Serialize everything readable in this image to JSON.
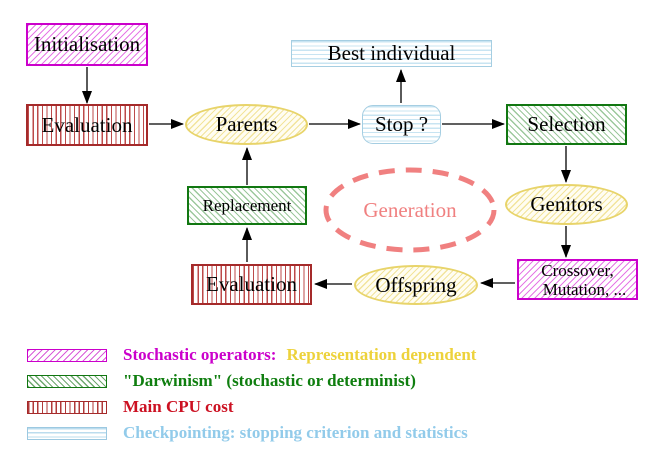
{
  "nodes": {
    "initialisation": {
      "label": "Initialisation"
    },
    "evaluation_top": {
      "label": "Evaluation"
    },
    "parents": {
      "label": "Parents"
    },
    "best_individual": {
      "label": "Best individual"
    },
    "stop": {
      "label": "Stop ?"
    },
    "selection": {
      "label": "Selection"
    },
    "genitors": {
      "label": "Genitors"
    },
    "crossover_mutation": {
      "line1": "Crossover,",
      "line2": "Mutation, ..."
    },
    "offspring": {
      "label": "Offspring"
    },
    "evaluation_bottom": {
      "label": "Evaluation"
    },
    "replacement": {
      "label": "Replacement"
    },
    "generation": {
      "label": "Generation"
    }
  },
  "edges": [
    {
      "from": "Initialisation",
      "to": "Evaluation"
    },
    {
      "from": "Evaluation",
      "to": "Parents"
    },
    {
      "from": "Parents",
      "to": "Stop ?"
    },
    {
      "from": "Stop ?",
      "to": "Best individual"
    },
    {
      "from": "Stop ?",
      "to": "Selection"
    },
    {
      "from": "Selection",
      "to": "Genitors"
    },
    {
      "from": "Genitors",
      "to": "Crossover, Mutation, ..."
    },
    {
      "from": "Crossover, Mutation, ...",
      "to": "Offspring"
    },
    {
      "from": "Offspring",
      "to": "Evaluation"
    },
    {
      "from": "Evaluation",
      "to": "Replacement"
    },
    {
      "from": "Replacement",
      "to": "Parents"
    }
  ],
  "legend": {
    "stochastic": {
      "term": "Stochastic operators:",
      "rest": "Representation dependent"
    },
    "darwinism": {
      "label": "\"Darwinism\" (stochastic or determinist)"
    },
    "cpu": {
      "label": "Main CPU cost"
    },
    "checkpointing": {
      "label": "Checkpointing: stopping criterion and statistics"
    }
  },
  "colors": {
    "magenta": "#CB00CB",
    "green_border": "#117711",
    "red_border": "#A52A2A",
    "cyan_border": "#A5CEE2",
    "yellow_border": "#E8D46A",
    "salmon": "#F08080",
    "gold_text": "#EDD23B",
    "green_text": "#0F7E0F",
    "crimson_text": "#CC1122",
    "blue_text": "#92CBEA",
    "arrow": "#000000"
  }
}
